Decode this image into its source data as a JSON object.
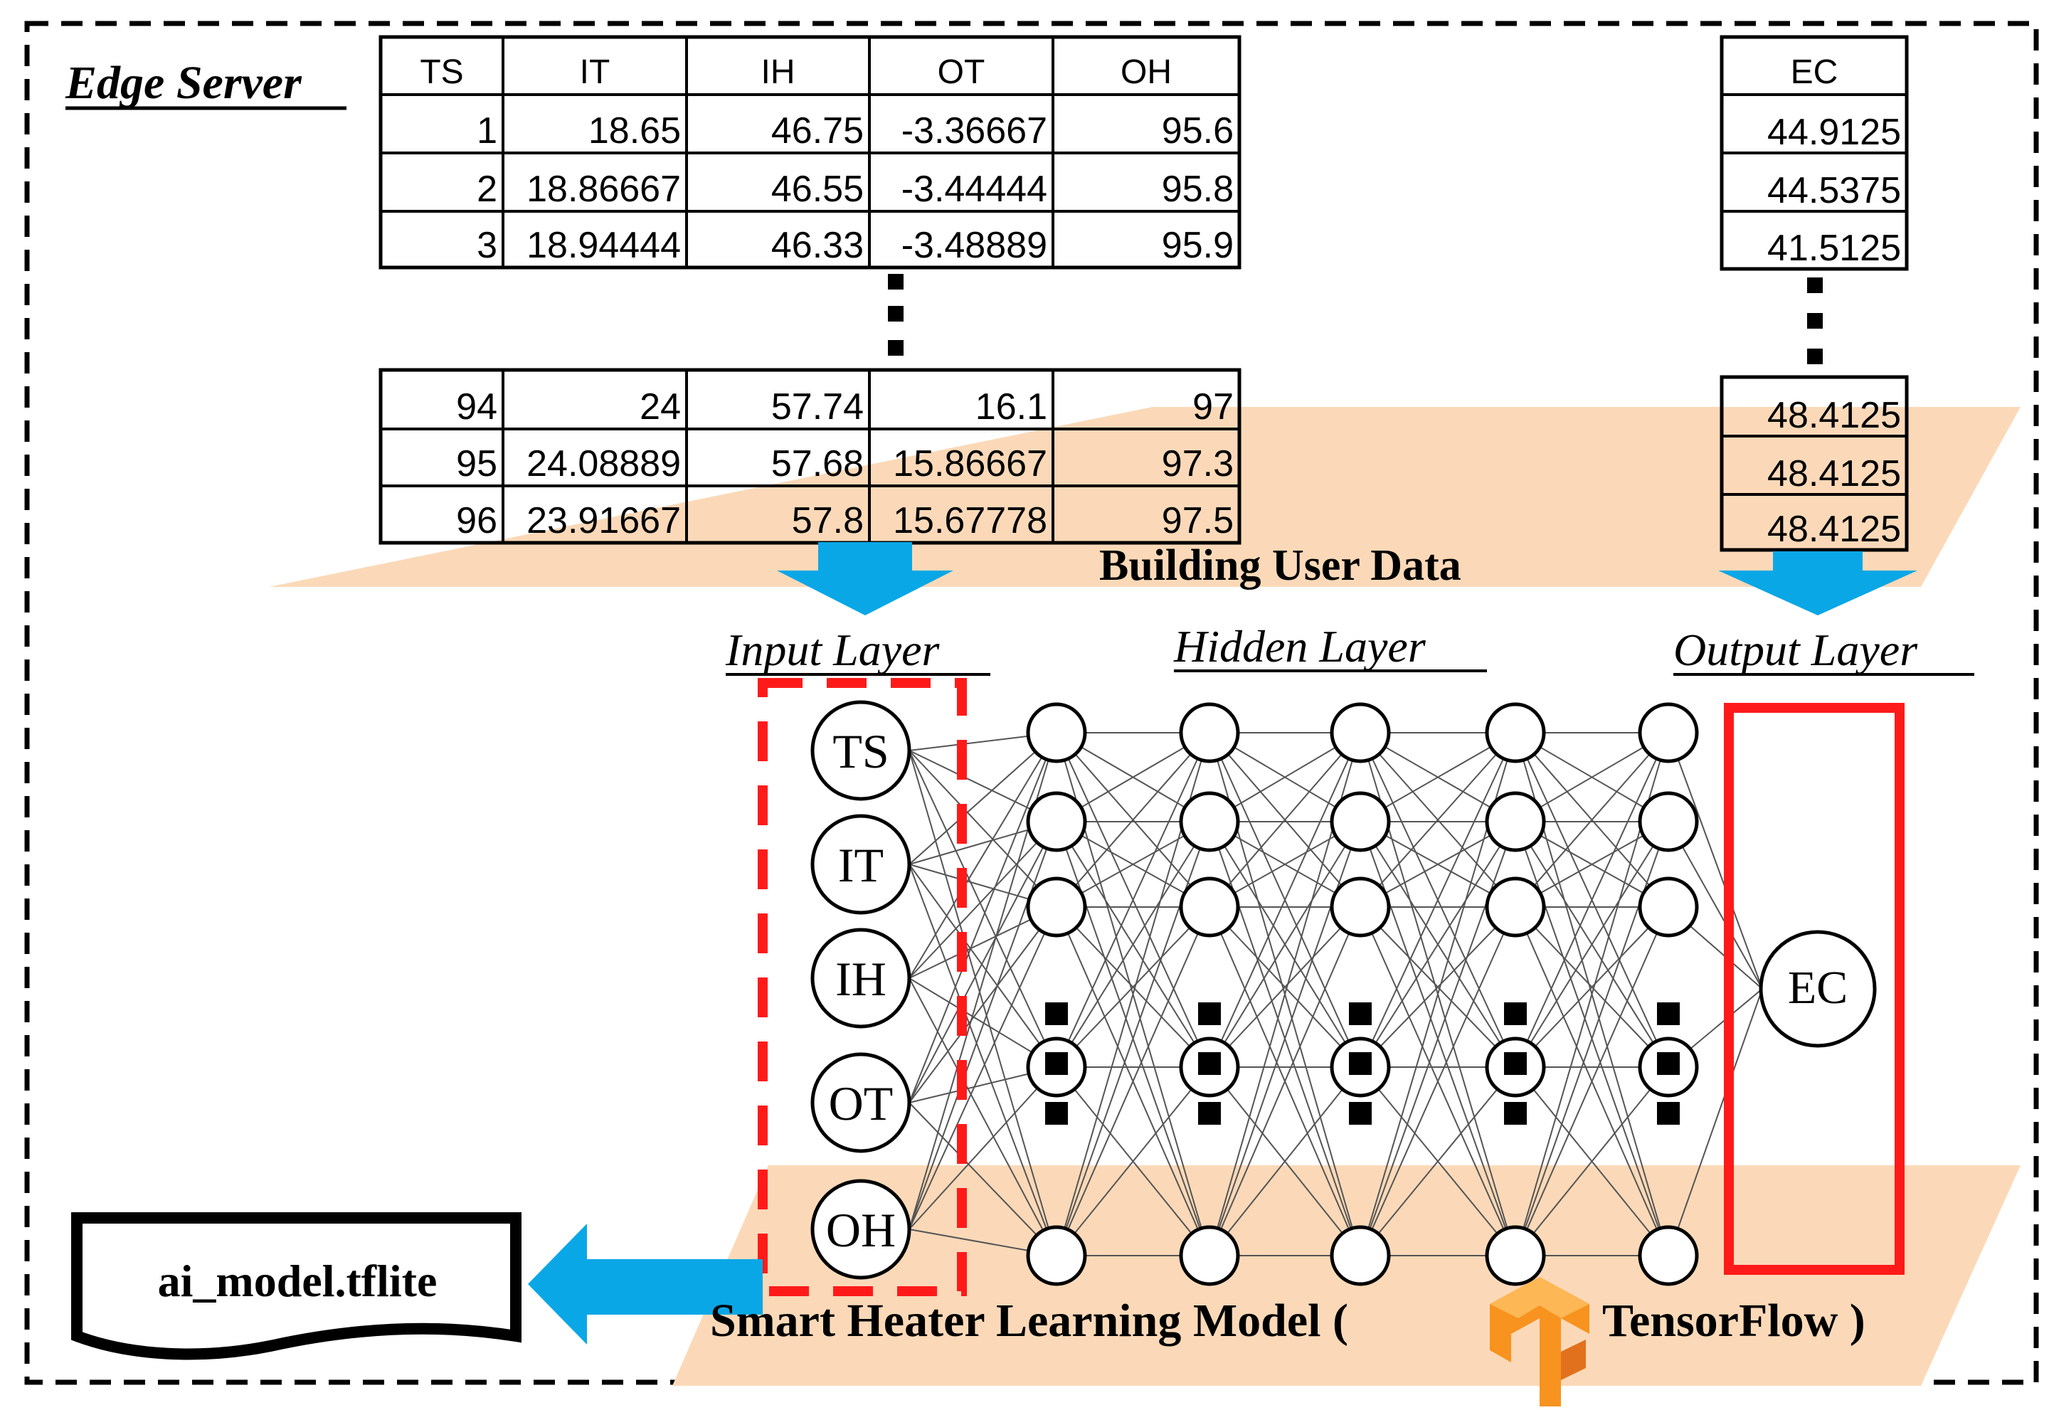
{
  "edge_server_label": "Edge Server",
  "input_table": {
    "headers": [
      "TS",
      "IT",
      "IH",
      "OT",
      "OH"
    ],
    "top_rows": [
      [
        "1",
        "18.65",
        "46.75",
        "-3.36667",
        "95.6"
      ],
      [
        "2",
        "18.86667",
        "46.55",
        "-3.44444",
        "95.8"
      ],
      [
        "3",
        "18.94444",
        "46.33",
        "-3.48889",
        "95.9"
      ]
    ],
    "bottom_rows": [
      [
        "94",
        "24",
        "57.74",
        "16.1",
        "97"
      ],
      [
        "95",
        "24.08889",
        "57.68",
        "15.86667",
        "97.3"
      ],
      [
        "96",
        "23.91667",
        "57.8",
        "15.67778",
        "97.5"
      ]
    ]
  },
  "output_table": {
    "header": "EC",
    "top_values": [
      "44.9125",
      "44.5375",
      "41.5125"
    ],
    "bottom_values": [
      "48.4125",
      "48.4125",
      "48.4125"
    ]
  },
  "building_label": "Building User Data",
  "layers": {
    "input": "Input Layer",
    "hidden": "Hidden Layer",
    "output": "Output Layer"
  },
  "input_nodes": [
    "TS",
    "IT",
    "IH",
    "OT",
    "OH"
  ],
  "output_node": "EC",
  "model_label_left": "Smart Heater Learning Model (",
  "model_label_right": "TensorFlow )",
  "file_label": "ai_model.tflite",
  "colors": {
    "band": "#fbd9b8",
    "arrow": "#0aa7e6",
    "highlight": "#ff1a1a",
    "tensorflow": "#f7931e"
  }
}
